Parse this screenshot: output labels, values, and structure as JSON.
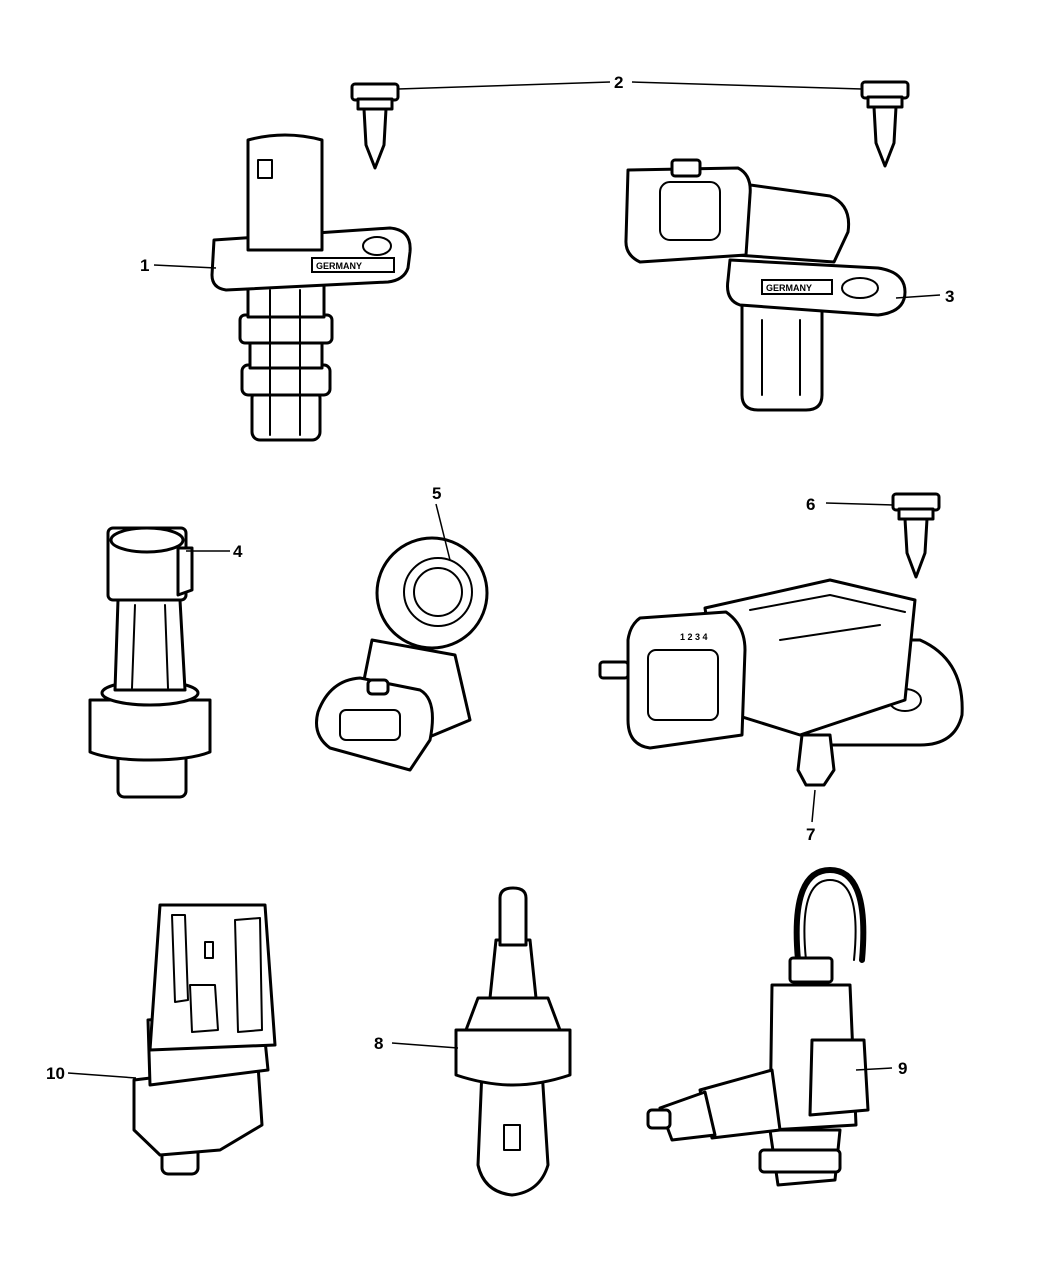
{
  "callouts": [
    "1",
    "2",
    "3",
    "4",
    "5",
    "6",
    "7",
    "8",
    "9",
    "10"
  ],
  "stamps": {
    "part_1": "GERMANY",
    "part_3": "GERMANY",
    "part_7_pins": "1 2 3 4"
  },
  "colors": {
    "line": "#000000",
    "background": "#ffffff"
  }
}
